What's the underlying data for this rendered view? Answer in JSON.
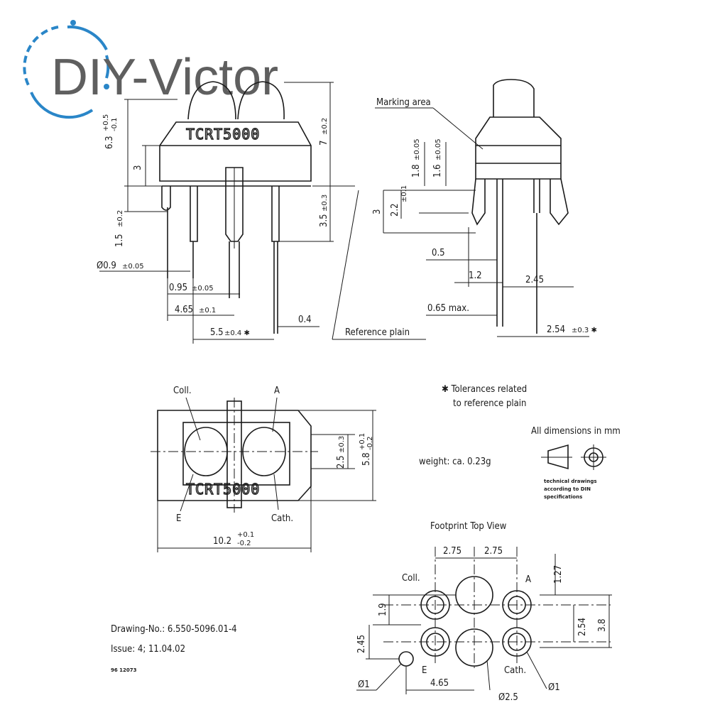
{
  "watermark": {
    "text": "DIY-Victor",
    "color": "#5f5f5f",
    "logo_color": "#2a86c8"
  },
  "part": {
    "marking": "TCRT5000"
  },
  "side_view": {
    "dims": {
      "height_total": "6.3",
      "height_total_tol_top": "+0.5",
      "height_total_tol_bot": "-0.1",
      "body_h": "3",
      "pin_len": "1.5",
      "pin_len_tol": "±0.2",
      "pin_dia": "Ø0.9",
      "pin_dia_tol": "±0.05",
      "pin_w": "0.95",
      "pin_w_tol": "±0.05",
      "pitch": "4.65",
      "pitch_tol": "±0.1",
      "span": "5.5",
      "span_tol": "±0.4 ✱",
      "offset": "0.4",
      "total_h": "7",
      "total_h_tol": "±0.2",
      "stand": "3.5",
      "stand_tol": "±0.3"
    },
    "reference_label": "Reference plain"
  },
  "end_view": {
    "marking_area": "Marking area",
    "dims": {
      "d1": "1.8",
      "d1_tol": "±0.05",
      "d2": "1.6",
      "d2_tol": "±0.05",
      "d3": "2.2",
      "d3_tol": "±0.1",
      "d4": "3",
      "d5": "0.5",
      "d6": "1.2",
      "d7": "2.45",
      "d8": "0.65 max.",
      "d9": "2.54",
      "d9_tol": "±0.3 ✱"
    }
  },
  "top_view": {
    "labels": {
      "coll": "Coll.",
      "a": "A",
      "e": "E",
      "cath": "Cath."
    },
    "dims": {
      "inner": "2.5",
      "inner_tol": "±0.3",
      "width": "5.8",
      "width_tol_top": "+0.1",
      "width_tol_bot": "-0.2",
      "length": "10.2",
      "length_tol_top": "+0.1",
      "length_tol_bot": "-0.2"
    }
  },
  "notes": {
    "tolerance_line1": "✱ Tolerances related",
    "tolerance_line2": "to reference plain",
    "units": "All dimensions in mm",
    "weight": "weight: ca. 0.23g",
    "din_line1": "technical drawings",
    "din_line2": "according to DIN",
    "din_line3": "specifications"
  },
  "footprint": {
    "title": "Footprint Top View",
    "labels": {
      "coll": "Coll.",
      "a": "A",
      "e": "E",
      "cath": "Cath."
    },
    "dims": {
      "left_spacing": "2.75",
      "right_spacing": "2.75",
      "top_offset": "1.27",
      "row_offset": "1.9",
      "pitch_v": "2.54",
      "overall_v": "3.8",
      "left_v": "2.45",
      "bottom_h": "4.65",
      "hole_small": "Ø1",
      "hole_big": "Ø2.5",
      "hole_pin": "Ø1"
    }
  },
  "drawing_info": {
    "number": "Drawing-No.: 6.550-5096.01-4",
    "issue": "Issue: 4;  11.04.02",
    "ref": "96 12073"
  }
}
